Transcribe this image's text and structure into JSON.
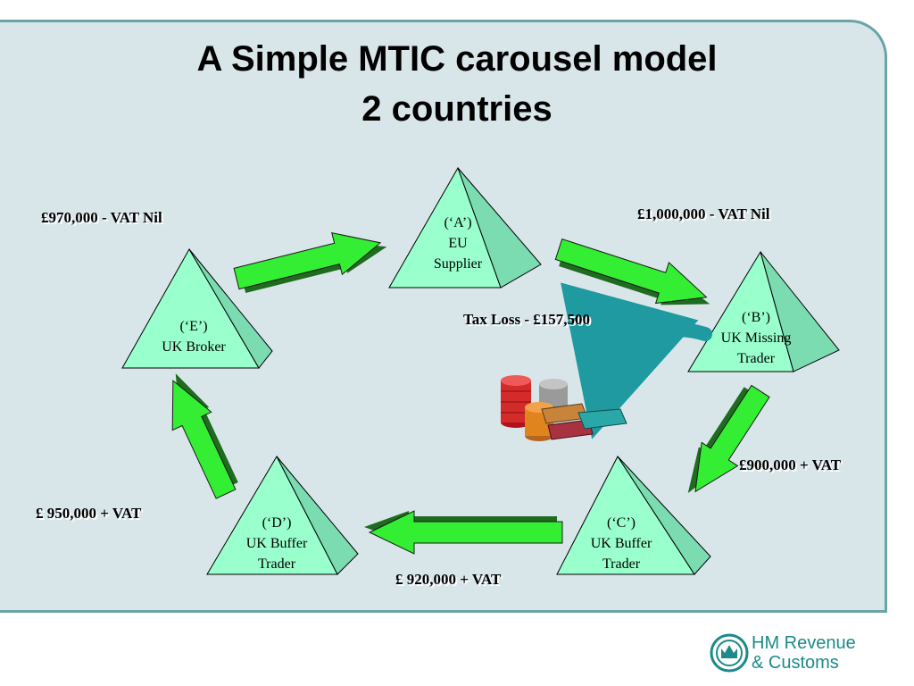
{
  "title": {
    "line1": "A Simple MTIC carousel model",
    "line2": "2 countries"
  },
  "nodes": {
    "a": {
      "code": "(‘A’)",
      "line1": "EU",
      "line2": "Supplier"
    },
    "b": {
      "code": "(‘B’)",
      "line1": "UK Missing",
      "line2": "Trader"
    },
    "c": {
      "code": "(‘C’)",
      "line1": "UK Buffer",
      "line2": "Trader"
    },
    "d": {
      "code": "(‘D’)",
      "line1": "UK Buffer",
      "line2": "Trader"
    },
    "e": {
      "code": "(‘E’)",
      "line1": "UK Broker",
      "line2": ""
    }
  },
  "flows": {
    "a_to_b": "£1,000,000 - VAT Nil",
    "b_to_c": "£900,000 + VAT",
    "c_to_d": "£ 920,000 + VAT",
    "d_to_e": "£ 950,000 + VAT",
    "e_to_a": "£970,000 - VAT Nil"
  },
  "tax_loss": "Tax Loss - £157,500",
  "colors": {
    "arrow": "#33ee33",
    "pyramid": "#99ffcc",
    "panel": "#d9e6e9",
    "border": "#6aa4a6",
    "logo": "#1c8a8a"
  },
  "icons": {
    "money": "coins-and-banknotes-icon",
    "logo": "crown-seal-icon"
  },
  "logo": {
    "line1": "HM Revenue",
    "line2": "& Customs"
  }
}
